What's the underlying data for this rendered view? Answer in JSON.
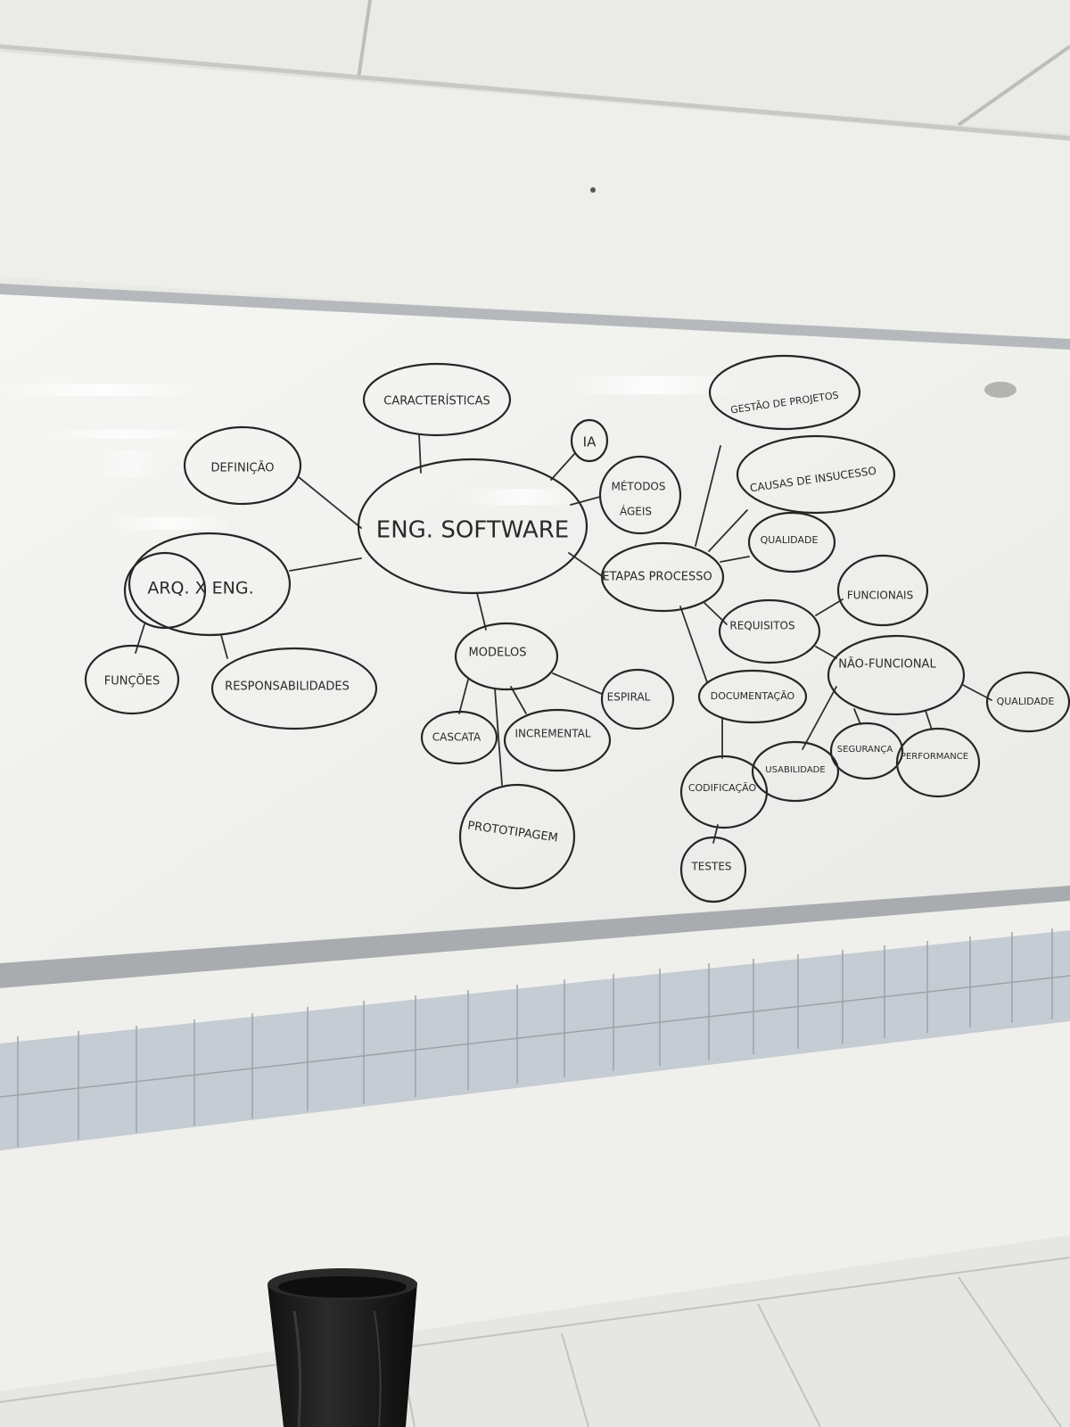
{
  "scene": {
    "description_objects": [
      "whiteboard",
      "ceiling",
      "wall",
      "tiles",
      "trash-bin"
    ]
  },
  "mind_map": {
    "nodes": [
      {
        "id": "eng",
        "label": "ENG. SOFTWARE"
      },
      {
        "id": "caract",
        "label": "CARACTERÍSTICAS"
      },
      {
        "id": "defin",
        "label": "DEFINIÇÃO"
      },
      {
        "id": "arq",
        "label": "ARQ. X ENG."
      },
      {
        "id": "funcoes",
        "label": "FUNÇÕES"
      },
      {
        "id": "resp",
        "label": "RESPONSABILIDADES"
      },
      {
        "id": "ia",
        "label": "IA"
      },
      {
        "id": "metodos1",
        "label": "MÉTODOS"
      },
      {
        "id": "metodos2",
        "label": "ÁGEIS"
      },
      {
        "id": "gestao",
        "label": "GESTÃO DE PROJETOS"
      },
      {
        "id": "causas",
        "label": "CAUSAS DE INSUCESSO"
      },
      {
        "id": "qual1",
        "label": "QUALIDADE"
      },
      {
        "id": "etapas",
        "label": "ETAPAS PROCESSO"
      },
      {
        "id": "func",
        "label": "FUNCIONAIS"
      },
      {
        "id": "req",
        "label": "REQUISITOS"
      },
      {
        "id": "naofunc",
        "label": "NÃO-FUNCIONAL"
      },
      {
        "id": "qual2",
        "label": "QUALIDADE"
      },
      {
        "id": "doc",
        "label": "DOCUMENTAÇÃO"
      },
      {
        "id": "seg",
        "label": "SEGURANÇA"
      },
      {
        "id": "perf",
        "label": "PERFORMANCE"
      },
      {
        "id": "usab",
        "label": "USABILIDADE"
      },
      {
        "id": "codif",
        "label": "CODIFICAÇÃO"
      },
      {
        "id": "testes",
        "label": "TESTES"
      },
      {
        "id": "modelos",
        "label": "MODELOS"
      },
      {
        "id": "espiral",
        "label": "ESPIRAL"
      },
      {
        "id": "cascata",
        "label": "CASCATA"
      },
      {
        "id": "incr",
        "label": "INCREMENTAL"
      },
      {
        "id": "proto",
        "label": "PROTOTIPAGEM"
      }
    ]
  },
  "colors": {
    "ceiling": "#e4e4e1",
    "wall": "#eeeeeb",
    "board": "#f3f3f0",
    "board_frame": "#b9bbbd",
    "tile": "#c6ccd3",
    "grout": "#9ea5ad",
    "floor": "#e7e7e4",
    "ink": "#262626",
    "bin": "#1c1c1c"
  },
  "icons": [
    "trash-bin-icon"
  ]
}
